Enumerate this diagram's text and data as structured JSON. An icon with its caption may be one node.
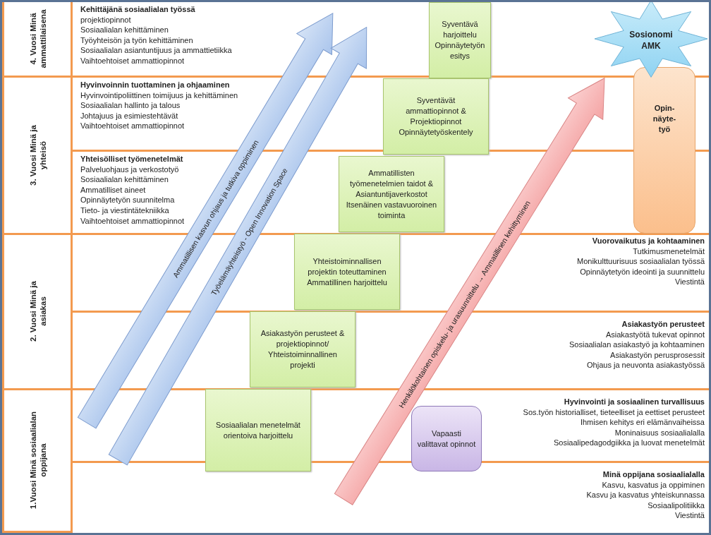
{
  "diagram": {
    "nodes": [
      {
        "text": [
          "4. Vuosi Minä ammattilaisena"
        ]
      },
      {
        "text": [
          "3. Vuosi Minä ja yhteisö"
        ]
      },
      {
        "text": [
          "2. Vuosi Minä ja asiakas"
        ]
      },
      {
        "text": [
          "1.Vuosi Minä sosiaalialan oppijana"
        ]
      },
      {
        "text": [
          "Kehittäjänä sosiaalialan työssä",
          "projektiopinnot",
          "Sosiaalialan kehittäminen",
          "Työyhteisön ja työn kehittäminen",
          "Sosiaalialan asiantuntijuus ja ammattietiikka",
          "Vaihtoehtoiset ammattiopinnot"
        ]
      },
      {
        "text": [
          "Hyvinvoinnin tuottaminen ja ohjaaminen",
          "Hyvinvointipoliittinen toimijuus ja kehittäminen",
          "Sosiaalialan hallinto ja talous",
          "Johtajuus ja esimiestehtävät",
          "Vaihtoehtoiset ammattiopinnot"
        ]
      },
      {
        "text": [
          "Yhteisölliset työmenetelmät",
          "Palveluohjaus ja verkostotyö",
          "Sosiaalialan kehittäminen",
          "Ammatilliset aineet",
          "Opinnäytetyön suunnitelma",
          "Tieto- ja viestintätekniikka",
          "Vaihtoehtoiset ammattiopinnot"
        ]
      },
      {
        "text": [
          "Vuorovaikutus ja kohtaaminen",
          "Tutkimusmenetelmät",
          "Monikulttuurisuus sosiaalialan työssä",
          "Opinnäytetyön ideointi ja suunnittelu",
          "Viestintä"
        ]
      },
      {
        "text": [
          "Asiakastyön perusteet",
          "Asiakastyötä tukevat opinnot",
          "Sosiaalialan asiakastyö ja kohtaaminen",
          "Asiakastyön perusprosessit",
          "Ohjaus ja neuvonta asiakastyössä"
        ]
      },
      {
        "text": [
          "Hyvinvointi ja sosiaalinen turvallisuus",
          "Sos.työn historialliset, tieteelliset ja eettiset perusteet",
          "Ihmisen kehitys eri elämänvaiheissa",
          "Moninaisuus sosiaalialalla",
          "Sosiaalipedagodgiikka ja luovat menetelmät"
        ]
      },
      {
        "text": [
          "Minä oppijana sosiaalialalla",
          "Kasvu, kasvatus ja oppiminen",
          "Kasvu ja kasvatus yhteiskunnassa",
          "Sosiaalipolitiikka",
          "Viestintä"
        ]
      },
      {
        "text": [
          "Syventävä harjoittelu Opinnäytetyön esitys"
        ]
      },
      {
        "text": [
          "Syventävät ammattiopinnot & Projektiopinnot Opinnäytetyöskentely"
        ]
      },
      {
        "text": [
          "Ammatillisten työmenetelmien taidot & Asiantuntijaverkostot Itsenäinen vastavuoroinen toiminta"
        ]
      },
      {
        "text": [
          "Yhteistoiminnallisen projektin toteuttaminen Ammatillinen harjoittelu"
        ]
      },
      {
        "text": [
          "Asiakastyön perusteet & projektiopinnot/ Yhteistoiminnallinen projekti"
        ]
      },
      {
        "text": [
          "Sosiaalialan menetelmät orientoiva harjoittelu"
        ]
      },
      {
        "text": [
          "Vapaasti valittavat opinnot"
        ]
      },
      {
        "text": [
          "Sosionomi AMK"
        ]
      },
      {
        "text": [
          "Opin- näyte- työ"
        ]
      },
      {
        "text": [
          "Ammatillisen kasvun ohjaus ja tutkiva oppiminen"
        ]
      },
      {
        "text": [
          "Työelämäyhteistyö - Open Innovation Space"
        ]
      },
      {
        "text": [
          "Henkilökohtainen opiskelu- ja urasuunnittelu → Ammatillinen kehittyminen"
        ]
      }
    ]
  }
}
